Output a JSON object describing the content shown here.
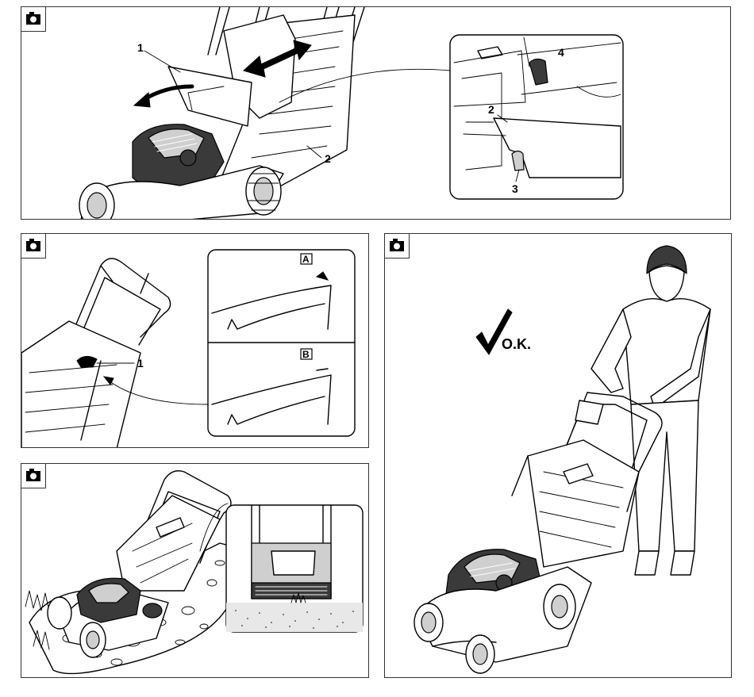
{
  "panels": {
    "top": {
      "main_labels": {
        "l1": "1",
        "l2": "2"
      },
      "inset_labels": {
        "l2": "2",
        "l3": "3",
        "l4": "4"
      }
    },
    "middle_left": {
      "label_1": "1",
      "inset_a": "A",
      "inset_b": "B"
    },
    "bottom_left": {},
    "right": {
      "ok_text": "O.K."
    }
  },
  "icons": {
    "panel_marker": "camera-icon",
    "check": "check-mark-icon"
  }
}
